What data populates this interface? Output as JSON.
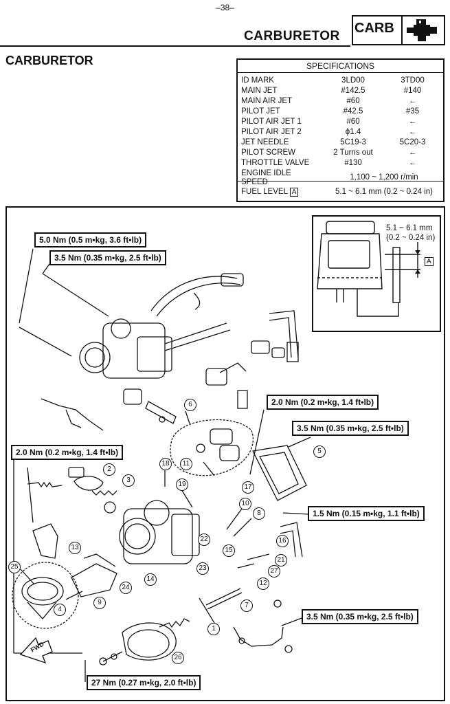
{
  "page": {
    "number": "–38–"
  },
  "header": {
    "title": "CARBURETOR",
    "badge": "CARB",
    "badge_icon": "carburetor-icon"
  },
  "section_title": "CARBURETOR",
  "specifications": {
    "heading": "SPECIFICATIONS",
    "rows": [
      {
        "label": "ID MARK",
        "a": "3LD00",
        "b": "3TD00"
      },
      {
        "label": "MAIN JET",
        "a": "#142.5",
        "b": "#140"
      },
      {
        "label": "MAIN AIR JET",
        "a": "#60",
        "b": "←"
      },
      {
        "label": "PILOT JET",
        "a": "#42.5",
        "b": "#35"
      },
      {
        "label": "PILOT AIR JET 1",
        "a": "#60",
        "b": "←"
      },
      {
        "label": "PILOT AIR JET 2",
        "a": "ϕ1.4",
        "b": "←"
      },
      {
        "label": "JET NEEDLE",
        "a": "5C19-3",
        "b": "5C20-3"
      },
      {
        "label": "PILOT SCREW",
        "a": "2 Turns out",
        "b": "←"
      },
      {
        "label": "THROTTLE VALVE",
        "a": "#130",
        "b": "←"
      }
    ],
    "idle_label_1": "ENGINE IDLE",
    "idle_label_2": "SPEED",
    "idle_value": "1,100 ~ 1,200 r/min",
    "fuel_label": "FUEL LEVEL",
    "fuel_mark": "A",
    "fuel_value": "5.1 ~ 6.1 mm (0.2 ~ 0.24 in)"
  },
  "inset": {
    "line1": "5.1 ~ 6.1 mm",
    "line2": "(0.2 ~ 0.24 in)",
    "mark": "A"
  },
  "torques": {
    "t1": "5.0 Nm (0.5 m•kg, 3.6 ft•lb)",
    "t2": "3.5 Nm (0.35 m•kg, 2.5 ft•lb)",
    "t3": "2.0 Nm (0.2 m•kg, 1.4 ft•lb)",
    "t4": "3.5 Nm (0.35 m•kg, 2.5 ft•lb)",
    "t5": "2.0 Nm (0.2 m•kg, 1.4 ft•lb)",
    "t6": "1.5 Nm (0.15 m•kg, 1.1 ft•lb)",
    "t7": "3.5 Nm (0.35 m•kg, 2.5 ft•lb)",
    "t8": "27 Nm (0.27 m•kg, 2.0 ft•lb)"
  },
  "fwd_label": "FWD",
  "callouts": [
    "1",
    "2",
    "3",
    "4",
    "5",
    "6",
    "7",
    "8",
    "9",
    "10",
    "11",
    "12",
    "13",
    "14",
    "15",
    "16",
    "17",
    "18",
    "19",
    "21",
    "22",
    "23",
    "24",
    "25",
    "26",
    "27"
  ]
}
